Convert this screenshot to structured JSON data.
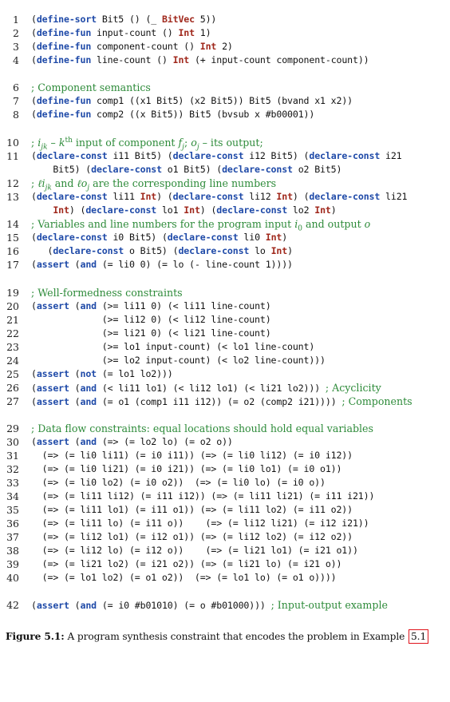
{
  "lines": [
    {
      "num": "1",
      "spans": [
        {
          "t": "(",
          "c": ""
        },
        {
          "t": "define-sort",
          "c": "kw"
        },
        {
          "t": " Bit5 () (_ ",
          "c": ""
        },
        {
          "t": "BitVec",
          "c": "ty"
        },
        {
          "t": " 5))",
          "c": ""
        }
      ]
    },
    {
      "num": "2",
      "spans": [
        {
          "t": "(",
          "c": ""
        },
        {
          "t": "define-fun",
          "c": "kw"
        },
        {
          "t": " input-count () ",
          "c": ""
        },
        {
          "t": "Int",
          "c": "ty"
        },
        {
          "t": " 1)",
          "c": ""
        }
      ]
    },
    {
      "num": "3",
      "spans": [
        {
          "t": "(",
          "c": ""
        },
        {
          "t": "define-fun",
          "c": "kw"
        },
        {
          "t": " component-count () ",
          "c": ""
        },
        {
          "t": "Int",
          "c": "ty"
        },
        {
          "t": " 2)",
          "c": ""
        }
      ]
    },
    {
      "num": "4",
      "spans": [
        {
          "t": "(",
          "c": ""
        },
        {
          "t": "define-fun",
          "c": "kw"
        },
        {
          "t": " line-count () ",
          "c": ""
        },
        {
          "t": "Int",
          "c": "ty"
        },
        {
          "t": " (+ input-count component-count))",
          "c": ""
        }
      ]
    },
    {
      "num": "6",
      "spans": [
        {
          "t": "; Component semantics",
          "c": "cm"
        }
      ]
    },
    {
      "num": "7",
      "spans": [
        {
          "t": "(",
          "c": ""
        },
        {
          "t": "define-fun",
          "c": "kw"
        },
        {
          "t": " comp1 ((x1 Bit5) (x2 Bit5)) Bit5 (bvand x1 x2))",
          "c": ""
        }
      ]
    },
    {
      "num": "8",
      "spans": [
        {
          "t": "(",
          "c": ""
        },
        {
          "t": "define-fun",
          "c": "kw"
        },
        {
          "t": " comp2 ((x Bit5)) Bit5 (bvsub x #b00001))",
          "c": ""
        }
      ]
    },
    {
      "num": "10",
      "spans": [
        {
          "t": "; ",
          "c": "cm"
        },
        {
          "t": "i",
          "c": "cm",
          "i": true
        },
        {
          "t": "jk",
          "c": "cm",
          "sub": true,
          "i": true
        },
        {
          "t": " – ",
          "c": "cm"
        },
        {
          "t": "k",
          "c": "cm",
          "i": true
        },
        {
          "t": "th",
          "c": "cm",
          "sup": true
        },
        {
          "t": " input of component ",
          "c": "cm"
        },
        {
          "t": "f",
          "c": "cm",
          "i": true
        },
        {
          "t": "j",
          "c": "cm",
          "sub": true,
          "i": true
        },
        {
          "t": "; ",
          "c": "cm"
        },
        {
          "t": "o",
          "c": "cm",
          "i": true
        },
        {
          "t": "j",
          "c": "cm",
          "sub": true,
          "i": true
        },
        {
          "t": " – its output;",
          "c": "cm"
        }
      ]
    },
    {
      "num": "11",
      "spans": [
        {
          "t": "(",
          "c": ""
        },
        {
          "t": "declare-const",
          "c": "kw"
        },
        {
          "t": " i11 Bit5) (",
          "c": ""
        },
        {
          "t": "declare-const",
          "c": "kw"
        },
        {
          "t": " i12 Bit5) (",
          "c": ""
        },
        {
          "t": "declare-const",
          "c": "kw"
        },
        {
          "t": " i21",
          "c": ""
        }
      ]
    },
    {
      "num": "",
      "spans": [
        {
          "t": "    Bit5) (",
          "c": ""
        },
        {
          "t": "declare-const",
          "c": "kw"
        },
        {
          "t": " o1 Bit5) (",
          "c": ""
        },
        {
          "t": "declare-const",
          "c": "kw"
        },
        {
          "t": " o2 Bit5)",
          "c": ""
        }
      ]
    },
    {
      "num": "12",
      "spans": [
        {
          "t": "; ",
          "c": "cm"
        },
        {
          "t": "ℓi",
          "c": "cm",
          "i": true
        },
        {
          "t": "jk",
          "c": "cm",
          "sub": true,
          "i": true
        },
        {
          "t": " and ",
          "c": "cm"
        },
        {
          "t": "ℓo",
          "c": "cm",
          "i": true
        },
        {
          "t": "j",
          "c": "cm",
          "sub": true,
          "i": true
        },
        {
          "t": " are the corresponding line numbers",
          "c": "cm"
        }
      ]
    },
    {
      "num": "13",
      "spans": [
        {
          "t": "(",
          "c": ""
        },
        {
          "t": "declare-const",
          "c": "kw"
        },
        {
          "t": " li11 ",
          "c": ""
        },
        {
          "t": "Int",
          "c": "ty"
        },
        {
          "t": ") (",
          "c": ""
        },
        {
          "t": "declare-const",
          "c": "kw"
        },
        {
          "t": " li12 ",
          "c": ""
        },
        {
          "t": "Int",
          "c": "ty"
        },
        {
          "t": ") (",
          "c": ""
        },
        {
          "t": "declare-const",
          "c": "kw"
        },
        {
          "t": " li21",
          "c": ""
        }
      ]
    },
    {
      "num": "",
      "spans": [
        {
          "t": "    ",
          "c": ""
        },
        {
          "t": "Int",
          "c": "ty"
        },
        {
          "t": ") (",
          "c": ""
        },
        {
          "t": "declare-const",
          "c": "kw"
        },
        {
          "t": " lo1 ",
          "c": ""
        },
        {
          "t": "Int",
          "c": "ty"
        },
        {
          "t": ") (",
          "c": ""
        },
        {
          "t": "declare-const",
          "c": "kw"
        },
        {
          "t": " lo2 ",
          "c": ""
        },
        {
          "t": "Int",
          "c": "ty"
        },
        {
          "t": ")",
          "c": ""
        }
      ]
    },
    {
      "num": "14",
      "spans": [
        {
          "t": "; Variables and line numbers for the program input ",
          "c": "cm"
        },
        {
          "t": "i",
          "c": "cm",
          "i": true
        },
        {
          "t": "0",
          "c": "cm",
          "sub": true
        },
        {
          "t": " and output ",
          "c": "cm"
        },
        {
          "t": "o",
          "c": "cm",
          "i": true
        }
      ]
    },
    {
      "num": "15",
      "spans": [
        {
          "t": "(",
          "c": ""
        },
        {
          "t": "declare-const",
          "c": "kw"
        },
        {
          "t": " i0 Bit5) (",
          "c": ""
        },
        {
          "t": "declare-const",
          "c": "kw"
        },
        {
          "t": " li0 ",
          "c": ""
        },
        {
          "t": "Int",
          "c": "ty"
        },
        {
          "t": ")",
          "c": ""
        }
      ]
    },
    {
      "num": "16",
      "spans": [
        {
          "t": "   (",
          "c": ""
        },
        {
          "t": "declare-const",
          "c": "kw"
        },
        {
          "t": " o Bit5) (",
          "c": ""
        },
        {
          "t": "declare-const",
          "c": "kw"
        },
        {
          "t": " lo ",
          "c": ""
        },
        {
          "t": "Int",
          "c": "ty"
        },
        {
          "t": ")",
          "c": ""
        }
      ]
    },
    {
      "num": "17",
      "spans": [
        {
          "t": "(",
          "c": ""
        },
        {
          "t": "assert",
          "c": "kw"
        },
        {
          "t": " (",
          "c": ""
        },
        {
          "t": "and",
          "c": "kw"
        },
        {
          "t": " (= li0 0) (= lo (- line-count 1))))",
          "c": ""
        }
      ]
    },
    {
      "num": "19",
      "spans": [
        {
          "t": "; Well-formedness constraints",
          "c": "cm"
        }
      ]
    },
    {
      "num": "20",
      "spans": [
        {
          "t": "(",
          "c": ""
        },
        {
          "t": "assert",
          "c": "kw"
        },
        {
          "t": " (",
          "c": ""
        },
        {
          "t": "and",
          "c": "kw"
        },
        {
          "t": " (>= li11 0) (< li11 line-count)",
          "c": ""
        }
      ]
    },
    {
      "num": "21",
      "spans": [
        {
          "t": "             (>= li12 0) (< li12 line-count)",
          "c": ""
        }
      ]
    },
    {
      "num": "22",
      "spans": [
        {
          "t": "             (>= li21 0) (< li21 line-count)",
          "c": ""
        }
      ]
    },
    {
      "num": "23",
      "spans": [
        {
          "t": "             (>= lo1 input-count) (< lo1 line-count)",
          "c": ""
        }
      ]
    },
    {
      "num": "24",
      "spans": [
        {
          "t": "             (>= lo2 input-count) (< lo2 line-count)))",
          "c": ""
        }
      ]
    },
    {
      "num": "25",
      "spans": [
        {
          "t": "(",
          "c": ""
        },
        {
          "t": "assert",
          "c": "kw"
        },
        {
          "t": " (",
          "c": ""
        },
        {
          "t": "not",
          "c": "kw"
        },
        {
          "t": " (= lo1 lo2)))",
          "c": ""
        }
      ]
    },
    {
      "num": "26",
      "spans": [
        {
          "t": "(",
          "c": ""
        },
        {
          "t": "assert",
          "c": "kw"
        },
        {
          "t": " (",
          "c": ""
        },
        {
          "t": "and",
          "c": "kw"
        },
        {
          "t": " (< li11 lo1) (< li12 lo1) (< li21 lo2))) ",
          "c": ""
        },
        {
          "t": "; Acyclicity",
          "c": "cm"
        }
      ]
    },
    {
      "num": "27",
      "spans": [
        {
          "t": "(",
          "c": ""
        },
        {
          "t": "assert",
          "c": "kw"
        },
        {
          "t": " (",
          "c": ""
        },
        {
          "t": "and",
          "c": "kw"
        },
        {
          "t": " (= o1 (comp1 i11 i12)) (= o2 (comp2 i21)))) ",
          "c": ""
        },
        {
          "t": "; Components",
          "c": "cm"
        }
      ]
    },
    {
      "num": "29",
      "spans": [
        {
          "t": "; Data flow constraints: equal locations should hold equal variables",
          "c": "cm"
        }
      ]
    },
    {
      "num": "30",
      "spans": [
        {
          "t": "(",
          "c": ""
        },
        {
          "t": "assert",
          "c": "kw"
        },
        {
          "t": " (",
          "c": ""
        },
        {
          "t": "and",
          "c": "kw"
        },
        {
          "t": " (=> (= lo2 lo) (= o2 o))",
          "c": ""
        }
      ]
    },
    {
      "num": "31",
      "spans": [
        {
          "t": "  (=> (= li0 li11) (= i0 i11)) (=> (= li0 li12) (= i0 i12))",
          "c": ""
        }
      ]
    },
    {
      "num": "32",
      "spans": [
        {
          "t": "  (=> (= li0 li21) (= i0 i21)) (=> (= li0 lo1) (= i0 o1))",
          "c": ""
        }
      ]
    },
    {
      "num": "33",
      "spans": [
        {
          "t": "  (=> (= li0 lo2) (= i0 o2))  (=> (= li0 lo) (= i0 o))",
          "c": ""
        }
      ]
    },
    {
      "num": "34",
      "spans": [
        {
          "t": "  (=> (= li11 li12) (= i11 i12)) (=> (= li11 li21) (= i11 i21))",
          "c": ""
        }
      ]
    },
    {
      "num": "35",
      "spans": [
        {
          "t": "  (=> (= li11 lo1) (= i11 o1)) (=> (= li11 lo2) (= i11 o2))",
          "c": ""
        }
      ]
    },
    {
      "num": "36",
      "spans": [
        {
          "t": "  (=> (= li11 lo) (= i11 o))    (=> (= li12 li21) (= i12 i21))",
          "c": ""
        }
      ]
    },
    {
      "num": "37",
      "spans": [
        {
          "t": "  (=> (= li12 lo1) (= i12 o1)) (=> (= li12 lo2) (= i12 o2))",
          "c": ""
        }
      ]
    },
    {
      "num": "38",
      "spans": [
        {
          "t": "  (=> (= li12 lo) (= i12 o))    (=> (= li21 lo1) (= i21 o1))",
          "c": ""
        }
      ]
    },
    {
      "num": "39",
      "spans": [
        {
          "t": "  (=> (= li21 lo2) (= i21 o2)) (=> (= li21 lo) (= i21 o))",
          "c": ""
        }
      ]
    },
    {
      "num": "40",
      "spans": [
        {
          "t": "  (=> (= lo1 lo2) (= o1 o2))  (=> (= lo1 lo) (= o1 o))))",
          "c": ""
        }
      ]
    },
    {
      "num": "42",
      "spans": [
        {
          "t": "(",
          "c": ""
        },
        {
          "t": "assert",
          "c": "kw"
        },
        {
          "t": " (",
          "c": ""
        },
        {
          "t": "and",
          "c": "kw"
        },
        {
          "t": " (= i0 #b01010) (= o #b01000))) ",
          "c": ""
        },
        {
          "t": "; Input-output example",
          "c": "cm"
        }
      ]
    }
  ],
  "caption": {
    "label": "Figure 5.1:",
    "text": " A program synthesis constraint that encodes the problem in Example ",
    "ref": "5.1"
  }
}
